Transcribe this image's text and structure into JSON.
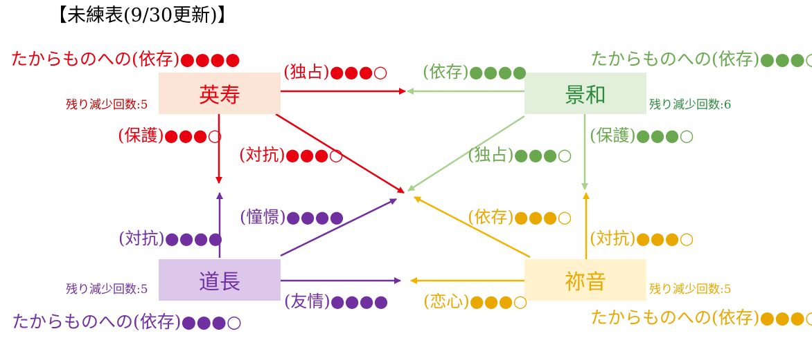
{
  "title": "【未練表(9/30更新)】",
  "colors": {
    "red": "#e8000f",
    "green": "#6aa84f",
    "green_arrow": "#a9d08e",
    "purple": "#7030a0",
    "yellow": "#f0b400",
    "yellow_text": "#e8a800"
  },
  "characters": {
    "hidetoshi": {
      "name": "英寿",
      "treasure": "たからものへの(依存)●●●●",
      "decrease": "残り減少回数:5"
    },
    "keiwa": {
      "name": "景和",
      "treasure": "たからものへの(依存)●●●○",
      "decrease": "残り減少回数:6"
    },
    "michinaga": {
      "name": "道長",
      "treasure": "たからものへの(依存)●●●○",
      "decrease": "残り減少回数:5"
    },
    "neon": {
      "name": "祢音",
      "treasure": "たからものへの(依存)●●●○",
      "decrease": "残り減少回数:5"
    }
  },
  "relations": {
    "hidetoshi_to_keiwa": "(独占)●●●○",
    "hidetoshi_to_michinaga": "(保護)●●●○",
    "hidetoshi_to_neon": "(対抗)●●●○",
    "keiwa_to_hidetoshi": "(依存)●●●●",
    "keiwa_to_neon": "(保護)●●●○",
    "keiwa_to_michinaga": "(独占)●●●○",
    "michinaga_to_hidetoshi": "(対抗)●●●●",
    "michinaga_to_keiwa": "(憧憬)●●●●",
    "michinaga_to_neon": "(友情)●●●●",
    "neon_to_hidetoshi": "(依存)●●●○",
    "neon_to_keiwa": "(対抗)●●●○",
    "neon_to_michinaga": "(恋心)●●●○"
  }
}
